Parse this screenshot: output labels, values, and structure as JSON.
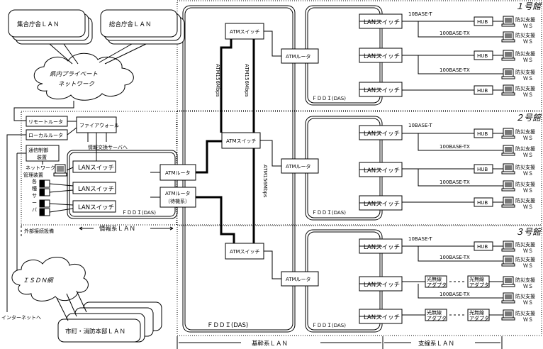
{
  "buildings": {
    "b1": "１号館",
    "b2": "２号館",
    "b3": "３号館"
  },
  "external": {
    "shuugou_lan": "集合庁舎ＬＡＮ",
    "sougou_lan": "総合庁舎ＬＡＮ",
    "prefectural_net_line1": "県内プライベート",
    "prefectural_net_line2": "ネットワーク",
    "isdn": "ＩＳＤＮ網",
    "municipal_lan": "市町・消防本部ＬＡＮ",
    "internet": "インターネットへ"
  },
  "gateway": {
    "remote_router": "リモートルータ",
    "local_router": "ローカルルータ",
    "firewall": "ファイアウォール",
    "info_exchange_server": "情報交換サーバへ",
    "comm_control_line1": "通信制御",
    "comm_control_line2": "装置",
    "nw_mgmt_line1": "ネットワーク",
    "nw_mgmt_line2": "管理装置",
    "various_servers": [
      "各",
      "種",
      "サ",
      "ー",
      "バ"
    ],
    "ext_conn_equipment": "外部接続設備",
    "info_lan": "情報系ＬＡＮ",
    "lan_switch": "LANスイッチ",
    "fddi": "ＦＤＤＩ(DAS)"
  },
  "backbone": {
    "atm_switch": "ATMスイッチ",
    "atm_router": "ATMルータ",
    "atm_router_standby_line1": "ATMルータ",
    "atm_router_standby_line2": "（待機系）",
    "link_speed": "ATM156Mbps",
    "fddi": "ＦＤＤＩ(DAS)",
    "backbone_lan": "基幹系ＬＡＮ"
  },
  "branch": {
    "lan_switch": "LANスイッチ",
    "hub": "HUB",
    "disaster_ws_line1": "防災支援",
    "disaster_ws_line2": "ＷＳ",
    "base_t": "10BASE-T",
    "base_tx": "100BASE-TX",
    "fddi": "ＦＤＤＩ(DAS)",
    "optical_adapter_line1": "光無線",
    "optical_adapter_line2": "アダプタ",
    "branch_lan": "支線系ＬＡＮ"
  }
}
